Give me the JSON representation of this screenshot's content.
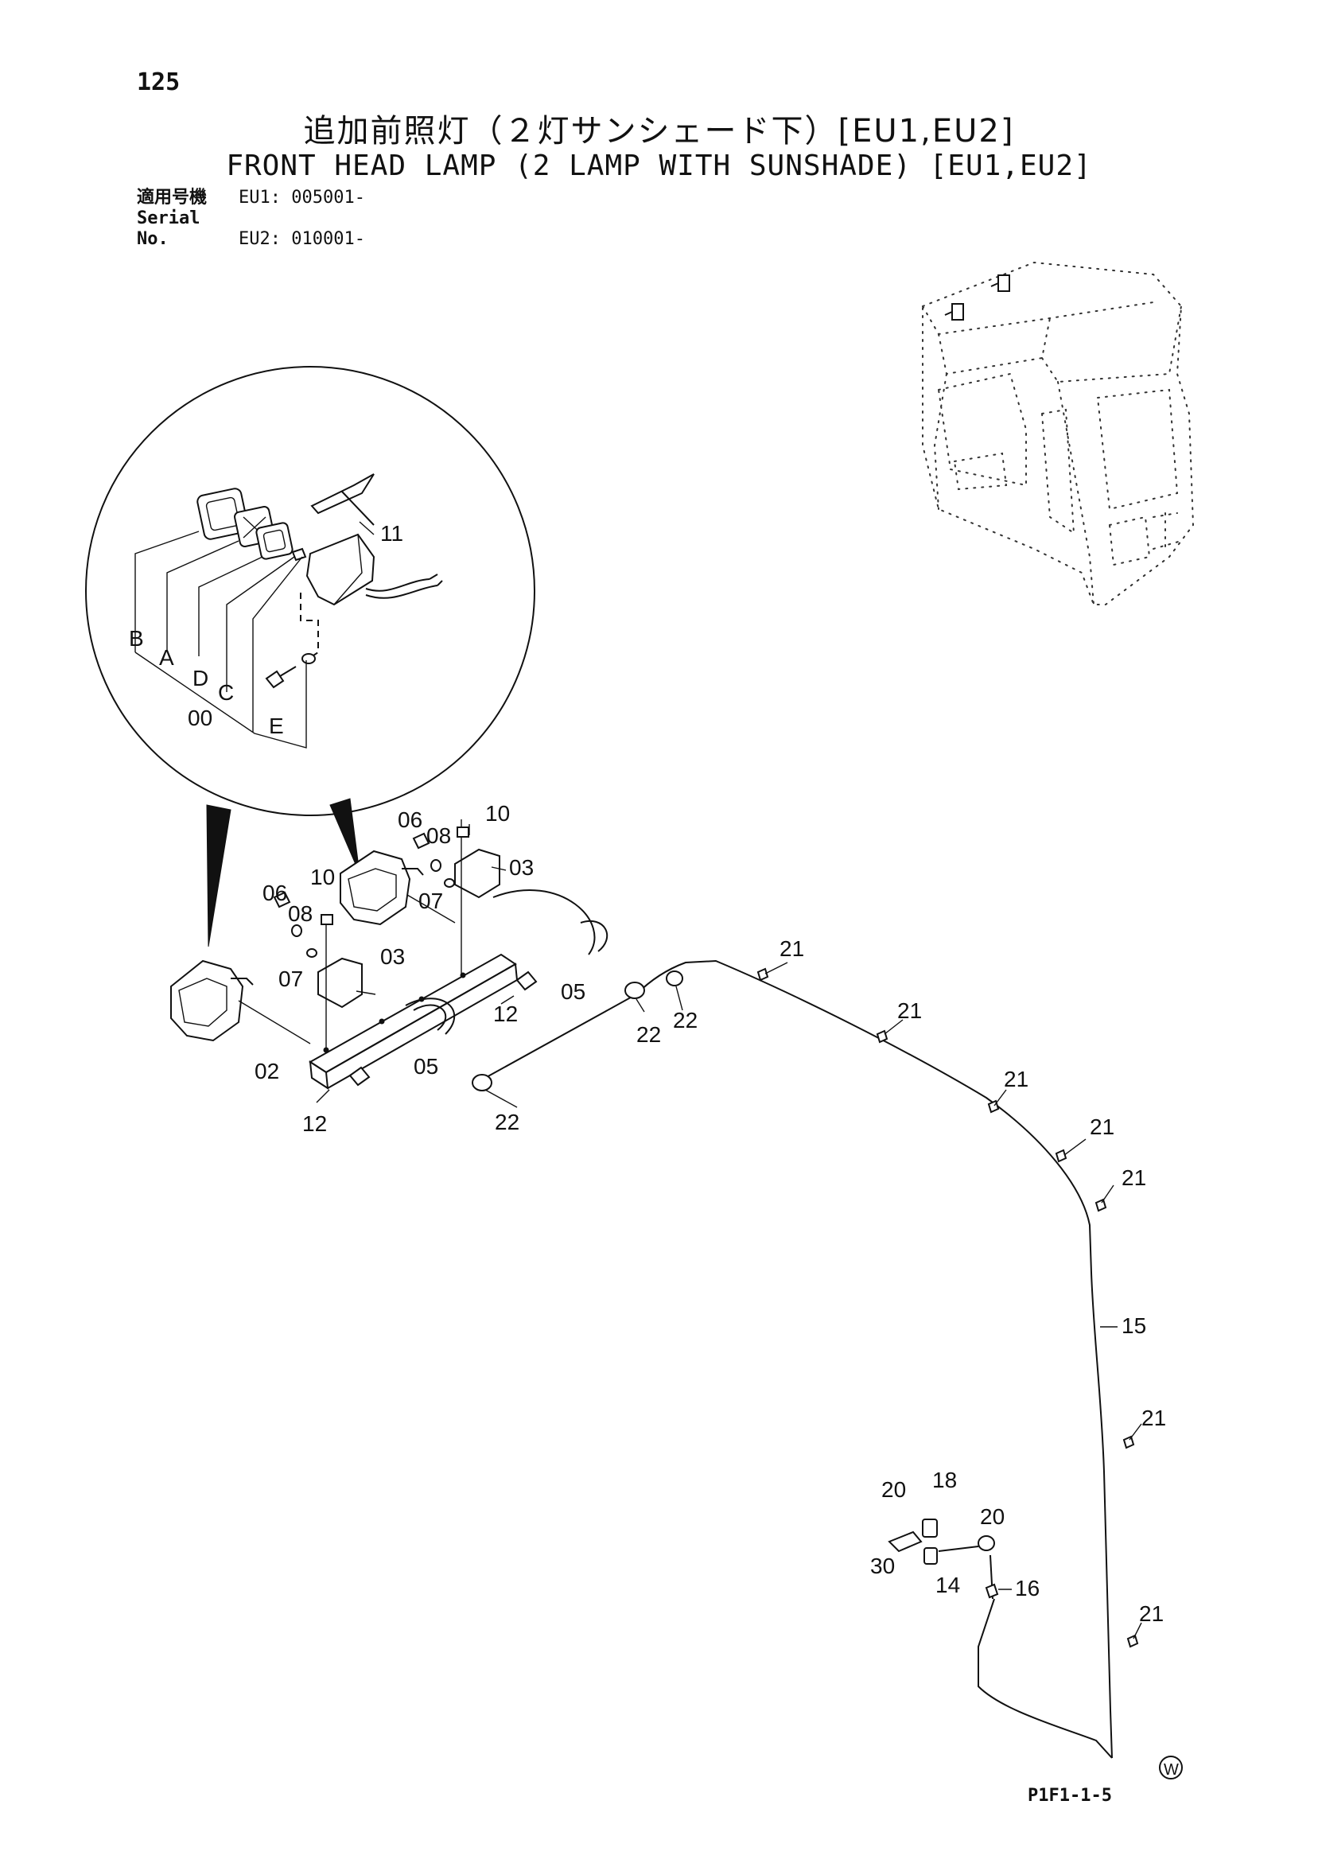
{
  "page": {
    "number": "125",
    "title_jp": "追加前照灯（２灯サンシェード下）[EU1,EU2]",
    "title_en": "FRONT HEAD LAMP (2 LAMP WITH SUNSHADE) [EU1,EU2]",
    "serial_label_jp": "適用号機",
    "serial_label_en": "Serial No.",
    "serial_eu1": "EU1: 005001-",
    "serial_eu2": "EU2: 010001-",
    "drawing_code": "P1F1-1-5",
    "watermark": "W"
  },
  "callouts": {
    "detail_b": "B",
    "detail_a": "A",
    "detail_d": "D",
    "detail_c": "C",
    "detail_00": "00",
    "detail_e": "E",
    "detail_11": "11",
    "r_06": "06",
    "r_08": "08",
    "r_10": "10",
    "r_07": "07",
    "r_03": "03",
    "r_05": "05",
    "r_12": "12",
    "l_06": "06",
    "l_08": "08",
    "l_10": "10",
    "l_07": "07",
    "l_03": "03",
    "l_05": "05",
    "l_12": "12",
    "l_02": "02",
    "h_22a": "22",
    "h_22b": "22",
    "h_22c": "22",
    "c21_1": "21",
    "c21_2": "21",
    "c21_3": "21",
    "c21_4": "21",
    "c21_5": "21",
    "c21_6": "21",
    "c21_7": "21",
    "c15": "15",
    "c20a": "20",
    "c18": "18",
    "c20b": "20",
    "c30": "30",
    "c14": "14",
    "c16": "16"
  }
}
